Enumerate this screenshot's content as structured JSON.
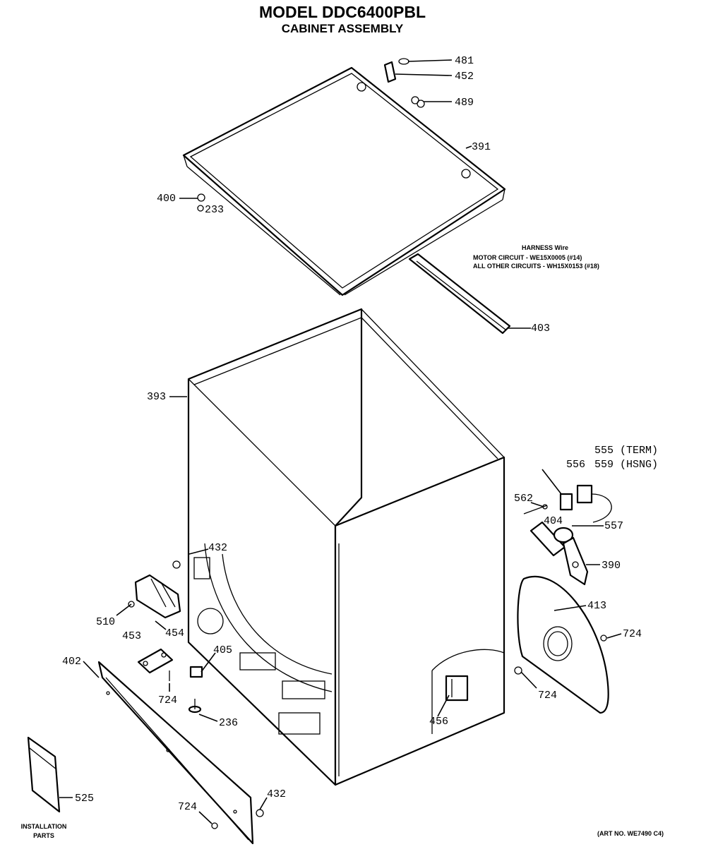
{
  "title": "MODEL DDC6400PBL",
  "subtitle": "CABINET ASSEMBLY",
  "harness_note": {
    "heading": "HARNESS Wire",
    "line1": "MOTOR CIRCUIT - WE15X0005 (#14)",
    "line2": "ALL OTHER CIRCUITS - WH15X0153 (#18)"
  },
  "install_label": {
    "line1": "INSTALLATION",
    "line2": "PARTS"
  },
  "art_no": "(ART NO. WE7490 C4)",
  "part_numbers": {
    "p481": "481",
    "p452": "452",
    "p489": "489",
    "p391": "391",
    "p400": "400",
    "p233": "233",
    "p403": "403",
    "p393": "393",
    "p555": "555 (TERM)",
    "p556": "556",
    "p559": "559 (HSNG)",
    "p562": "562",
    "p404": "404",
    "p557": "557",
    "p390": "390",
    "p432a": "432",
    "p510": "510",
    "p454": "454",
    "p413": "413",
    "p724a": "724",
    "p453": "453",
    "p402": "402",
    "p405": "405",
    "p724b": "724",
    "p724c": "724",
    "p236": "236",
    "p456": "456",
    "p525": "525",
    "p724d": "724",
    "p432b": "432"
  }
}
